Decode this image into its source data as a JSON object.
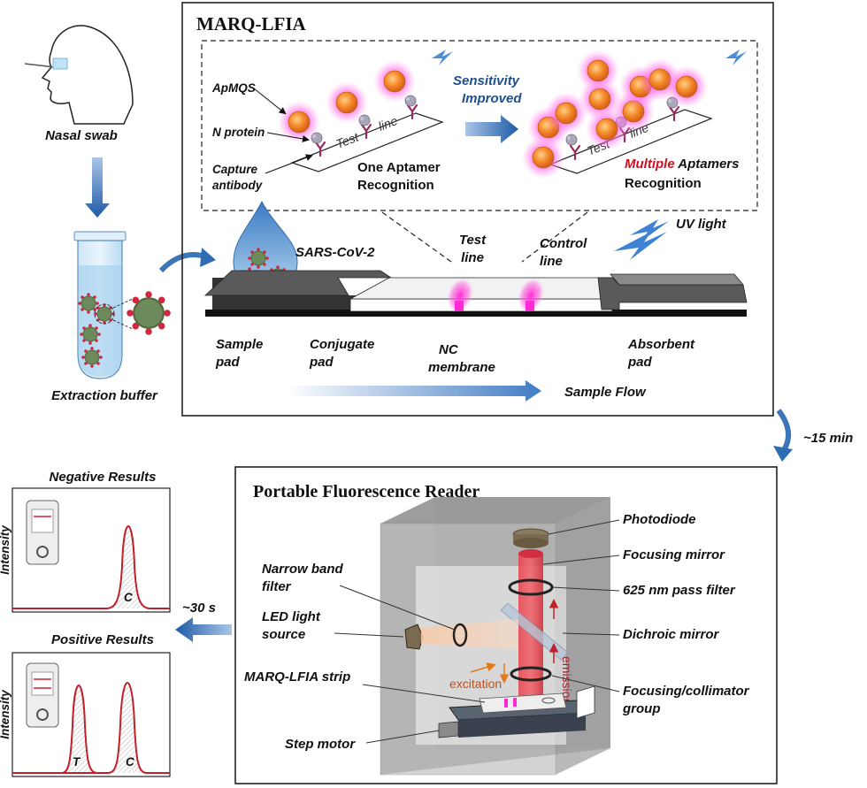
{
  "colors": {
    "accent_blue": "#2f6db3",
    "fluor_pink": "#ff2ad4",
    "qd_orange": "#f07a22",
    "curve_red": "#c0202a",
    "highlight_red": "#d01020",
    "box_gray": "#8a8a8a",
    "laser_red": "#e8202a"
  },
  "left_panel": {
    "nasal_swab": "Nasal swab",
    "extraction_buffer": "Extraction buffer"
  },
  "marq": {
    "title": "MARQ-LFIA",
    "inset": {
      "apmqs": "ApMQS",
      "n_protein": "N protein",
      "capture_1": "Capture",
      "capture_2": "antibody",
      "test_word": "Test",
      "line_word": "line",
      "one_1": "One Aptamer",
      "one_2": "Recognition",
      "sens_1": "Sensitivity",
      "sens_2": "Improved",
      "multiple": "Multiple",
      "aptamers": " Aptamers",
      "recognition": "Recognition"
    },
    "uv_light": "UV light",
    "sars": "SARS-CoV-2",
    "test_line_1": "Test",
    "test_line_2": "line",
    "control_line_1": "Control",
    "control_line_2": "line",
    "sample_pad_1": "Sample",
    "sample_pad_2": "pad",
    "conjugate_pad_1": "Conjugate",
    "conjugate_pad_2": "pad",
    "nc_1": "NC",
    "nc_2": "membrane",
    "absorbent_1": "Absorbent",
    "absorbent_2": "pad",
    "sample_flow": "Sample Flow"
  },
  "time_15": "~15 min",
  "time_30": "~30 s",
  "reader": {
    "title": "Portable Fluorescence Reader",
    "photodiode": "Photodiode",
    "focusing_mirror": "Focusing mirror",
    "pass_filter": "625 nm pass filter",
    "dichroic": "Dichroic mirror",
    "nbf_1": "Narrow band",
    "nbf_2": "filter",
    "led_1": "LED light",
    "led_2": "source",
    "strip": "MARQ-LFIA strip",
    "focusing_1": "Focusing/collimator",
    "focusing_2": "group",
    "step_motor": "Step motor",
    "excitation": "excitation",
    "emission": "emission"
  },
  "results": {
    "negative": "Negative Results",
    "positive": "Positive Results",
    "intensity": "Intensity",
    "c_peak": "C",
    "t_peak": "T"
  }
}
